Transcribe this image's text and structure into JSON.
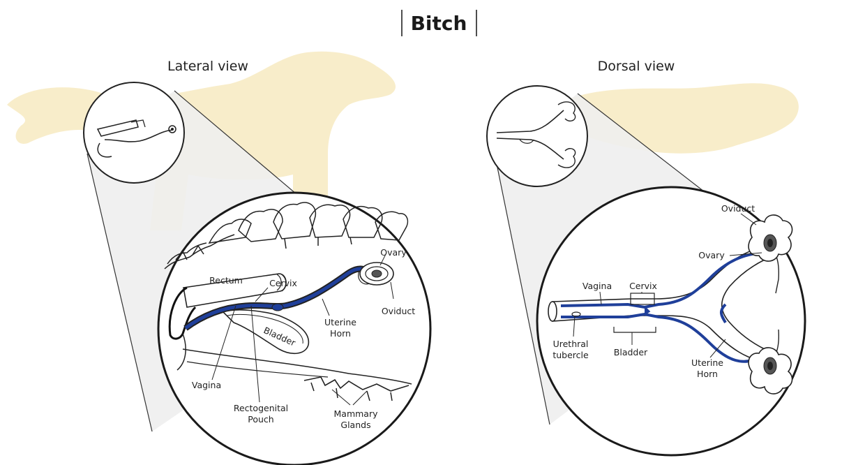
{
  "title": "Bitch",
  "views": {
    "lateral": {
      "heading": "Lateral view",
      "labels": {
        "rectum": "Rectum",
        "cervix": "Cervix",
        "ovary": "Ovary",
        "oviduct": "Oviduct",
        "uterine_horn_1": "Uterine",
        "uterine_horn_2": "Horn",
        "bladder": "Bladder",
        "vagina": "Vagina",
        "rectogenital_1": "Rectogenital",
        "rectogenital_2": "Pouch",
        "mammary_1": "Mammary",
        "mammary_2": "Glands"
      }
    },
    "dorsal": {
      "heading": "Dorsal view",
      "labels": {
        "oviduct": "Oviduct",
        "ovary": "Ovary",
        "vagina": "Vagina",
        "cervix": "Cervix",
        "urethral_1": "Urethral",
        "urethral_2": "tubercle",
        "bladder": "Bladder",
        "uterine_horn_1": "Uterine",
        "uterine_horn_2": "Horn"
      }
    }
  },
  "colors": {
    "tract": "#1f3f9a",
    "outline": "#1a1a1a",
    "dog_silhouette": "#f6e7b8",
    "rule": "#8a9ac4"
  }
}
